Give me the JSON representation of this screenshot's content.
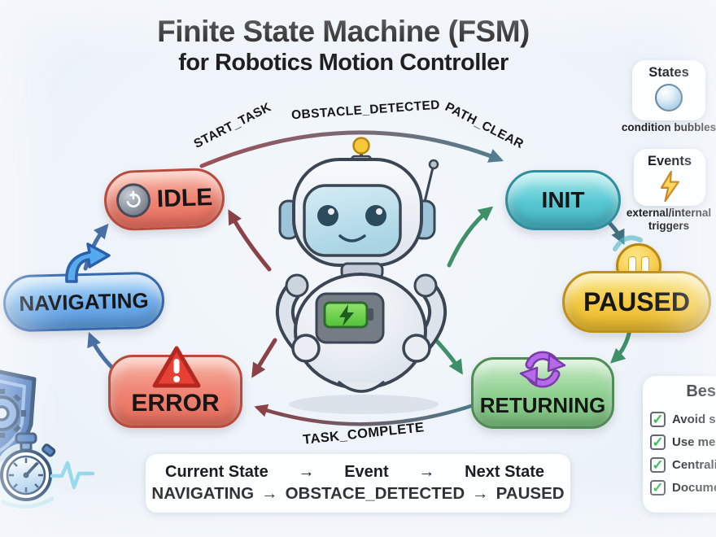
{
  "title": {
    "line1": "Finite State Machine (FSM)",
    "line2": "for Robotics Motion Controller"
  },
  "states": [
    {
      "id": "idle",
      "label": "IDLE",
      "color": "#ef8170",
      "icon": "power-icon"
    },
    {
      "id": "init",
      "label": "INIT",
      "color": "#56c8d2",
      "icon": "none"
    },
    {
      "id": "navigating",
      "label": "NAVIGATING",
      "color": "#6cacec",
      "icon": "curved-arrow-icon"
    },
    {
      "id": "paused",
      "label": "PAUSED",
      "color": "#f3c83e",
      "icon": "pause-icon"
    },
    {
      "id": "error",
      "label": "ERROR",
      "color": "#ef8170",
      "icon": "warning-icon"
    },
    {
      "id": "returning",
      "label": "RETURNING",
      "color": "#8ccf8e",
      "icon": "refresh-icon"
    }
  ],
  "transitions": [
    {
      "label": "START_TASK"
    },
    {
      "label": "OBSTACLE_DETECTED"
    },
    {
      "label": "PATH_CLEAR"
    },
    {
      "label": "TASK_COMPLETE"
    }
  ],
  "legend": {
    "states_card": {
      "title": "States",
      "icon": "bubble-icon",
      "caption": "condition bubbles"
    },
    "events_card": {
      "title": "Events",
      "icon": "lightning-icon",
      "caption": "external/internal triggers"
    }
  },
  "best_practices": {
    "title": "Best",
    "items": [
      {
        "label": "Avoid sp",
        "checked": true,
        "check_glyph": "✓"
      },
      {
        "label": "Use mea",
        "checked": true,
        "check_glyph": "✓"
      },
      {
        "label": "Centraliz",
        "checked": true,
        "check_glyph": "✓"
      },
      {
        "label": "Docume",
        "checked": true,
        "check_glyph": "✓"
      }
    ]
  },
  "transition_table": {
    "header": [
      "Current State",
      "→",
      "Event",
      "→",
      "Next State"
    ],
    "row": [
      "NAVIGATING",
      "→",
      "OBSTACE_DETECTED",
      "→",
      "PAUSED"
    ]
  },
  "decorations": [
    "robot-mascot",
    "shield-icon",
    "stopwatch-icon",
    "pulse-waveform"
  ],
  "colors": {
    "background": "#eaf1f8",
    "arrow_blue": "#4a6fa5",
    "arrow_red": "#8a4248",
    "arrow_green": "#3f9068",
    "arrow_teal": "#42707f",
    "text": "#161616"
  }
}
